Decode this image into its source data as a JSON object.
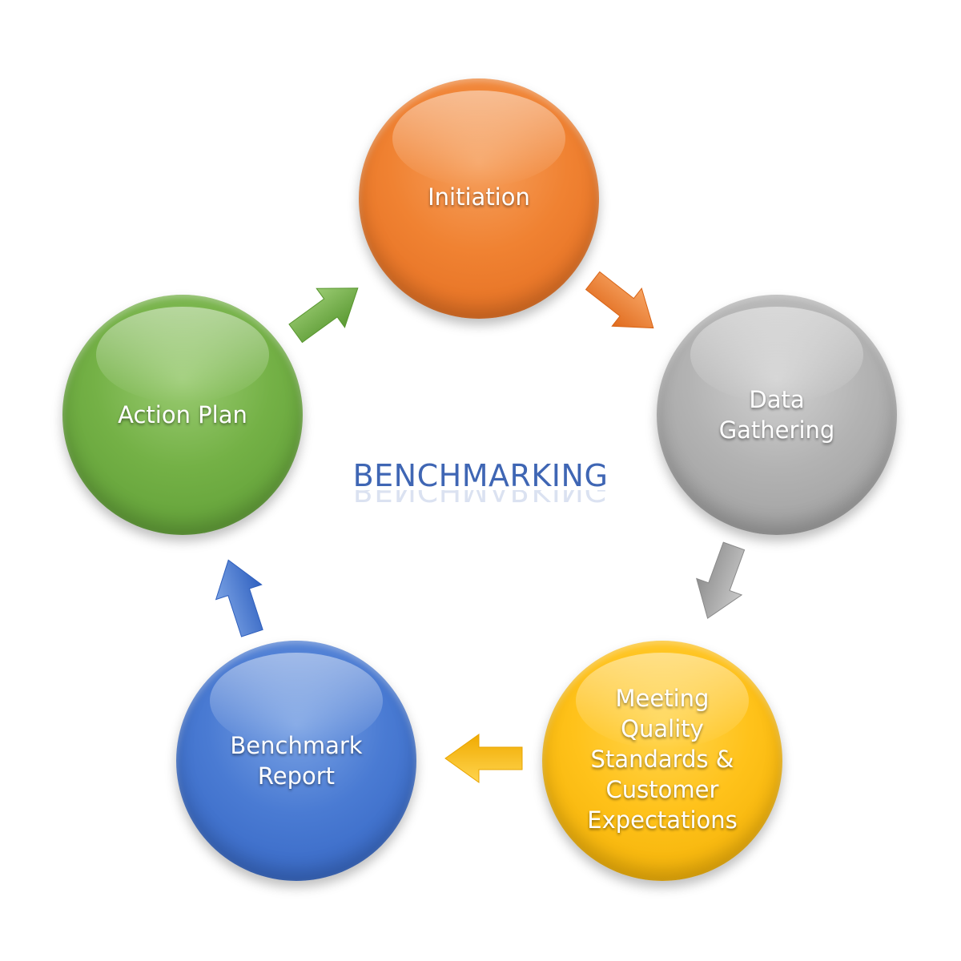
{
  "title": "BENCHMARKING",
  "nodes": {
    "initiation": {
      "label": "Initiation",
      "color": "#f08232"
    },
    "data_gathering": {
      "label": "Data\nGathering",
      "color": "#b3b3b3"
    },
    "meeting": {
      "label": "Meeting\nQuality\nStandards &\nCustomer\nExpectations",
      "color": "#ffc21a"
    },
    "report": {
      "label": "Benchmark\nReport",
      "color": "#4a7bd3"
    },
    "action_plan": {
      "label": "Action Plan",
      "color": "#74b146"
    }
  },
  "arrows": [
    {
      "from": "Initiation",
      "to": "Data Gathering",
      "color": "#f08232"
    },
    {
      "from": "Data Gathering",
      "to": "Meeting Quality Standards & Customer Expectations",
      "color": "#a6a6a6"
    },
    {
      "from": "Meeting Quality Standards & Customer Expectations",
      "to": "Benchmark Report",
      "color": "#ffc21a"
    },
    {
      "from": "Benchmark Report",
      "to": "Action Plan",
      "color": "#4a7bd3"
    },
    {
      "from": "Action Plan",
      "to": "Initiation",
      "color": "#74b146"
    }
  ]
}
